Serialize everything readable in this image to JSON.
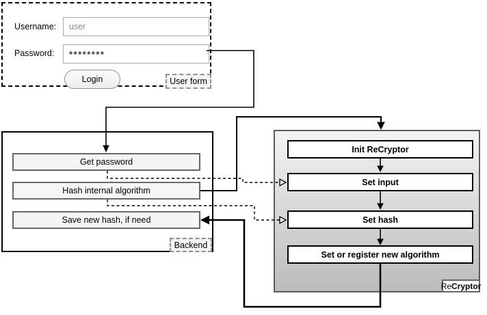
{
  "user_form": {
    "tag": "User form",
    "username": {
      "label": "Username:",
      "value": "user"
    },
    "password": {
      "label": "Password:",
      "value": "********"
    },
    "login_button": "Login"
  },
  "backend": {
    "tag": "Backend",
    "steps": [
      "Get password",
      "Hash internal algorithm",
      "Save new hash, if need"
    ]
  },
  "recryptor": {
    "tag_prefix": "Re",
    "tag_suffix": "Cryptor",
    "steps": [
      "Init ReCryptor",
      "Set input",
      "Set hash",
      "Set or register new algorithm"
    ]
  },
  "colors": {
    "backend_step_fill": "#f5f5f5",
    "backend_step_border": "#666666",
    "recryptor_gradient_top": "#f3f3f3",
    "recryptor_gradient_bottom": "#bcbcbc",
    "connector": "#000000"
  }
}
